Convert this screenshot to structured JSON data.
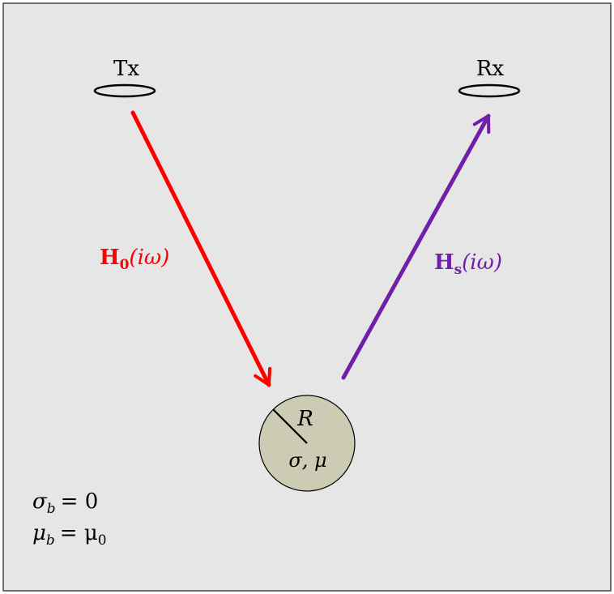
{
  "background": {
    "fill": "#e6e6e6",
    "border": "#444444"
  },
  "transmitter": {
    "label": "Tx"
  },
  "receiver": {
    "label": "Rx"
  },
  "primary_field": {
    "symbol": "H",
    "subscript": "0",
    "argument": "(iω)",
    "color": "#ff0000"
  },
  "secondary_field": {
    "symbol": "H",
    "subscript": "s",
    "argument": "(iω)",
    "color": "#7020a8"
  },
  "sphere": {
    "radius_label": "R",
    "properties_label": "σ, μ",
    "fill": "#cccbb3"
  },
  "background_medium": {
    "sigma": {
      "symbol": "σ",
      "subscript": "b",
      "value": "= 0"
    },
    "mu": {
      "symbol": "μ",
      "subscript": "b",
      "value": "= μ",
      "value_subscript": "0"
    }
  }
}
